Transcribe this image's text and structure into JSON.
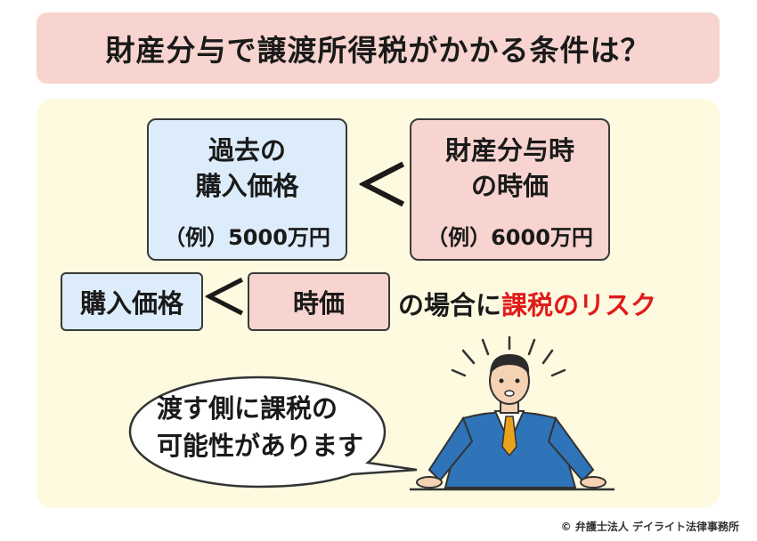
{
  "title": "財産分与で譲渡所得税がかかる条件は？",
  "comparison_top": {
    "left_box": {
      "line1": "過去の",
      "line2": "購入価格",
      "example": "（例）5000万円"
    },
    "operator": "＜",
    "right_box": {
      "line1": "財産分与時",
      "line2": "の時価",
      "example": "（例）6000万円"
    }
  },
  "comparison_bottom": {
    "left_box": "購入価格",
    "operator": "＜",
    "right_box": "時価",
    "suffix": "の場合に",
    "risk_text": "課税のリスク"
  },
  "speech_bubble": {
    "line1": "渡す側に課税の",
    "line2": "可能性があります"
  },
  "copyright": "© 弁護士法人 デイライト法律事務所",
  "colors": {
    "title_bg": "#f7d4cf",
    "panel_bg": "#fdfae0",
    "blue_box": "#dcecfa",
    "pink_box": "#f7d4cf",
    "risk": "#e01b1b",
    "suit": "#2f73b8"
  }
}
